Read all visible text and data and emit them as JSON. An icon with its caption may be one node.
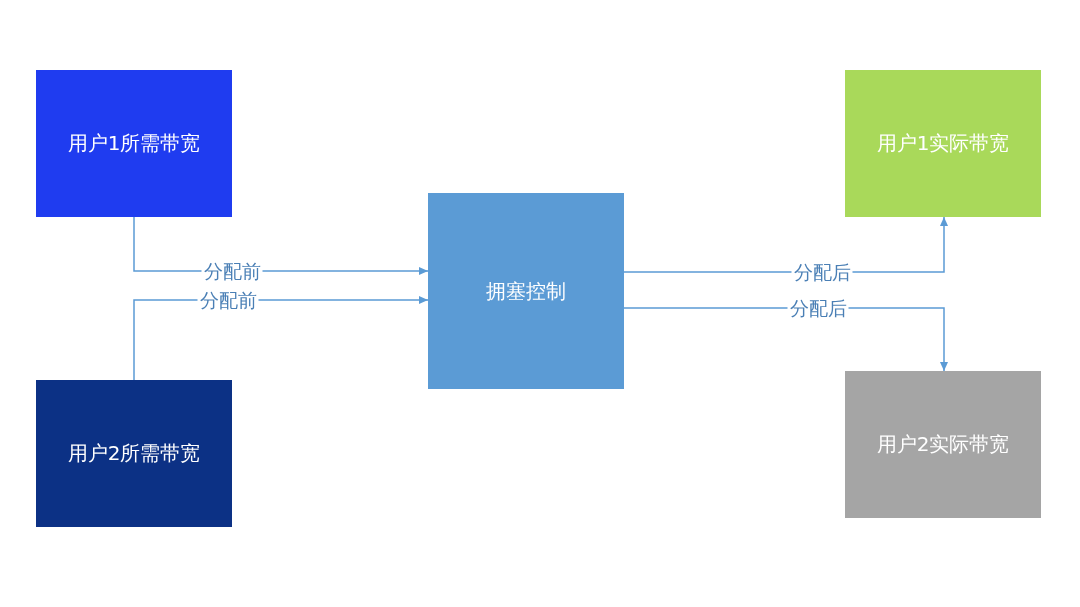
{
  "diagram": {
    "nodes": [
      {
        "text": [
          "用户1所需带宽"
        ]
      },
      {
        "text": [
          "用户2所需带宽"
        ]
      },
      {
        "text": [
          "拥塞控制"
        ]
      },
      {
        "text": [
          "用户1实际带宽"
        ]
      },
      {
        "text": [
          "用户2实际带宽"
        ]
      }
    ],
    "edges": [
      {
        "from": 0,
        "to": 2,
        "arrow": "to",
        "label": "分配前"
      },
      {
        "from": 1,
        "to": 2,
        "arrow": "to",
        "label": "分配前"
      },
      {
        "from": 2,
        "to": 3,
        "arrow": "to",
        "label": "分配后"
      },
      {
        "from": 2,
        "to": 4,
        "arrow": "to",
        "label": "分配后"
      }
    ]
  }
}
